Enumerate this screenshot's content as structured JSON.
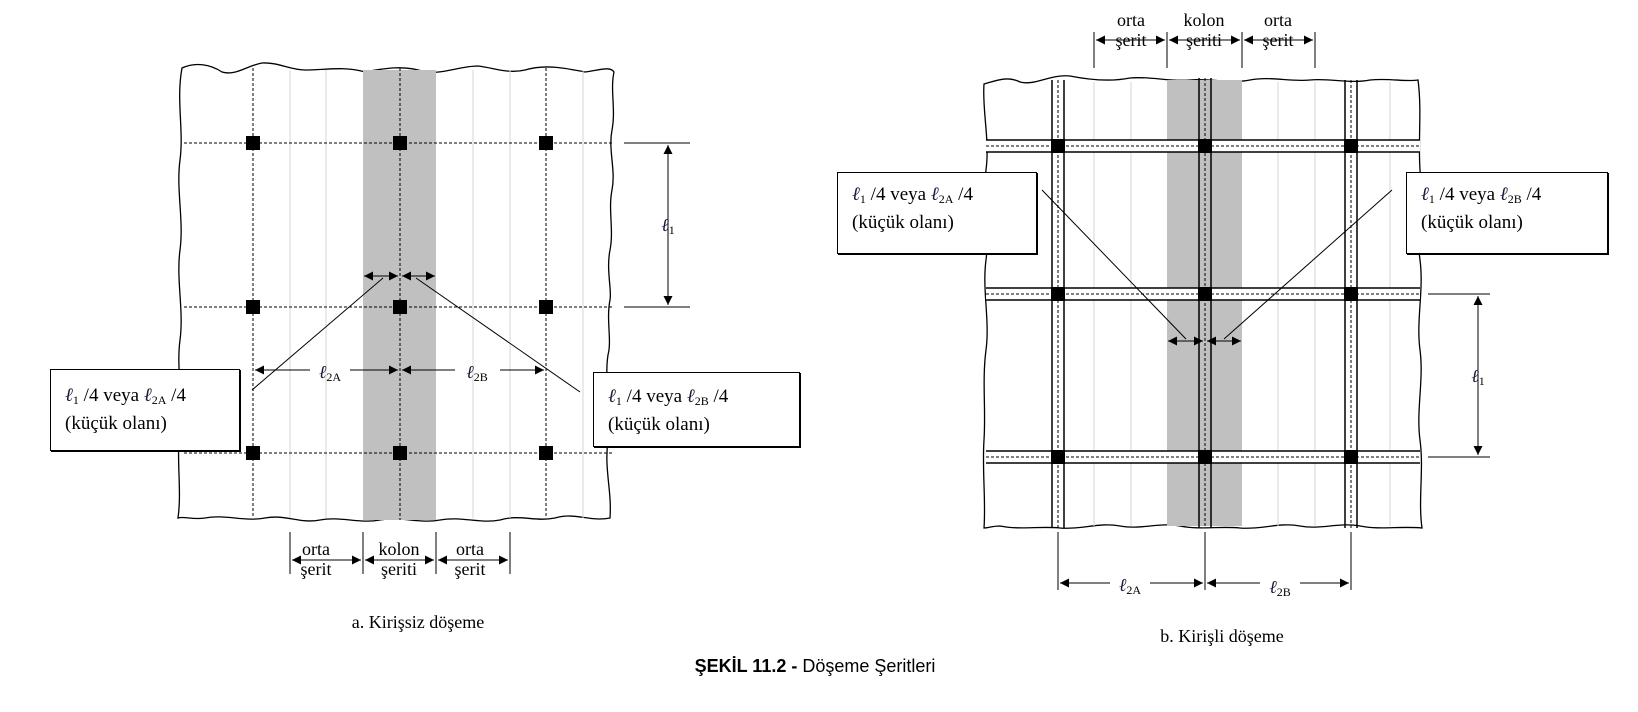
{
  "figure": {
    "caption_bold": "ŞEKİL 11.2 -",
    "caption_rest": " Döşeme Şeritleri"
  },
  "panel_a": {
    "title": "a. Kirişsiz döşeme",
    "strips": [
      {
        "top": "orta",
        "bottom": "şerit"
      },
      {
        "top": "kolon",
        "bottom": "şeriti"
      },
      {
        "top": "orta",
        "bottom": "şerit"
      }
    ],
    "dims": {
      "l1": "ℓ",
      "l1_sub": "1",
      "l2a": "ℓ",
      "l2a_sub": "2A",
      "l2b": "ℓ",
      "l2b_sub": "2B"
    },
    "note_left": {
      "l1": "ℓ",
      "l1_sub": "1",
      "mid": " /4 veya ",
      "l2": "ℓ",
      "l2_sub": "2A",
      "end": " /4",
      "line2": "(küçük olanı)"
    },
    "note_right": {
      "l1": "ℓ",
      "l1_sub": "1",
      "mid": " /4 veya ",
      "l2": "ℓ",
      "l2_sub": "2B",
      "end": " /4",
      "line2": "(küçük olanı)"
    }
  },
  "panel_b": {
    "title": "b. Kirişli döşeme",
    "strips": [
      {
        "top": "orta",
        "bottom": "şerit"
      },
      {
        "top": "kolon",
        "bottom": "şeriti"
      },
      {
        "top": "orta",
        "bottom": "şerit"
      }
    ],
    "dims": {
      "l1": "ℓ",
      "l1_sub": "1",
      "l2a": "ℓ",
      "l2a_sub": "2A",
      "l2b": "ℓ",
      "l2b_sub": "2B"
    },
    "note_left": {
      "l1": "ℓ",
      "l1_sub": "1",
      "mid": " /4 veya ",
      "l2": "ℓ",
      "l2_sub": "2A",
      "end": " /4",
      "line2": "(küçük olanı)"
    },
    "note_right": {
      "l1": "ℓ",
      "l1_sub": "1",
      "mid": " /4 veya ",
      "l2": "ℓ",
      "l2_sub": "2B",
      "end": " /4",
      "line2": "(küçük olanı)"
    }
  },
  "colors": {
    "column_strip_fill": "#c0c0c0",
    "strip_line": "#d0d0d0",
    "ink": "#000000"
  }
}
